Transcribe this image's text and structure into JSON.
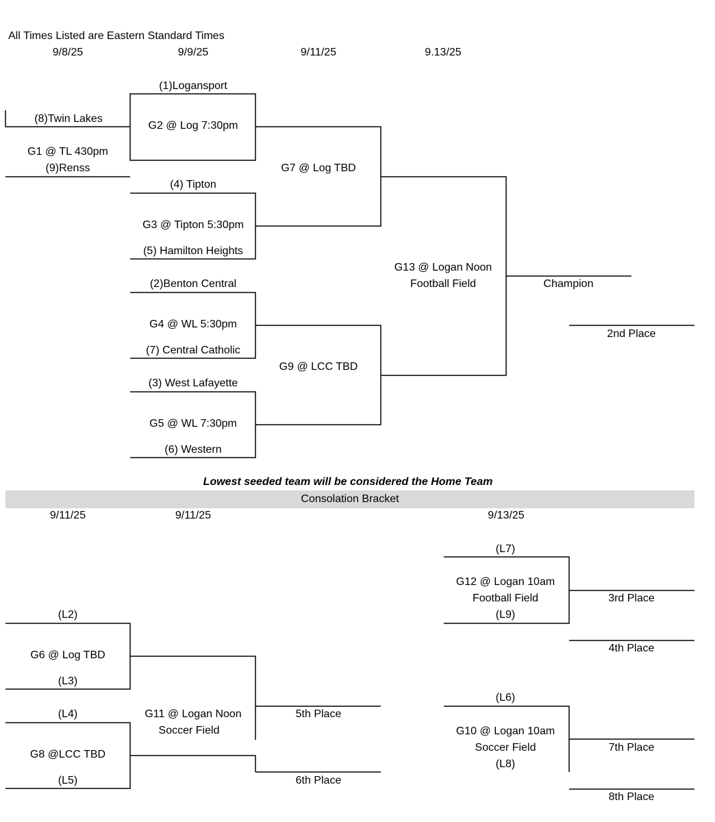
{
  "header": {
    "timezone_note": "All Times Listed are Eastern Standard Times",
    "dates": [
      "9/8/25",
      "9/9/25",
      "9/11/25",
      "9.13/25"
    ]
  },
  "main_bracket": {
    "teams": {
      "logansport": "(1)Logansport",
      "twin_lakes": "(8)Twin Lakes",
      "renss": "(9)Renss",
      "tipton": "(4) Tipton",
      "hamilton_heights": "(5) Hamilton Heights",
      "benton_central": "(2)Benton Central",
      "central_catholic": "(7) Central Catholic",
      "west_lafayette": "(3) West Lafayette",
      "western": "(6) Western"
    },
    "games": {
      "g1": "G1 @ TL 430pm",
      "g2": "G2 @ Log 7:30pm",
      "g3": "G3 @ Tipton 5:30pm",
      "g4": "G4 @ WL 5:30pm",
      "g5": "G5 @ WL 7:30pm",
      "g7": "G7 @ Log TBD",
      "g9": "G9 @ LCC TBD",
      "g13_line1": "G13 @ Logan Noon",
      "g13_line2": "Football Field"
    },
    "results": {
      "champion": "Champion",
      "second": "2nd Place"
    }
  },
  "home_team_note": "Lowest seeded team will be considered the Home Team",
  "consolation": {
    "title": "Consolation Bracket",
    "dates": [
      "9/11/25",
      "9/11/25",
      "9/13/25"
    ],
    "losers": {
      "l2": "(L2)",
      "l3": "(L3)",
      "l4": "(L4)",
      "l5": "(L5)",
      "l6": "(L6)",
      "l7": "(L7)",
      "l8": "(L8)",
      "l9": "(L9)"
    },
    "games": {
      "g6": "G6 @ Log TBD",
      "g8": "G8 @LCC TBD",
      "g11_line1": "G11 @ Logan Noon",
      "g11_line2": "Soccer Field",
      "g12_line1": "G12 @ Logan 10am",
      "g12_line2": "Football Field",
      "g10_line1": "G10 @ Logan 10am",
      "g10_line2": "Soccer Field"
    },
    "places": {
      "third": "3rd Place",
      "fourth": "4th Place",
      "fifth": "5th Place",
      "sixth": "6th Place",
      "seventh": "7th Place",
      "eighth": "8th Place"
    }
  }
}
